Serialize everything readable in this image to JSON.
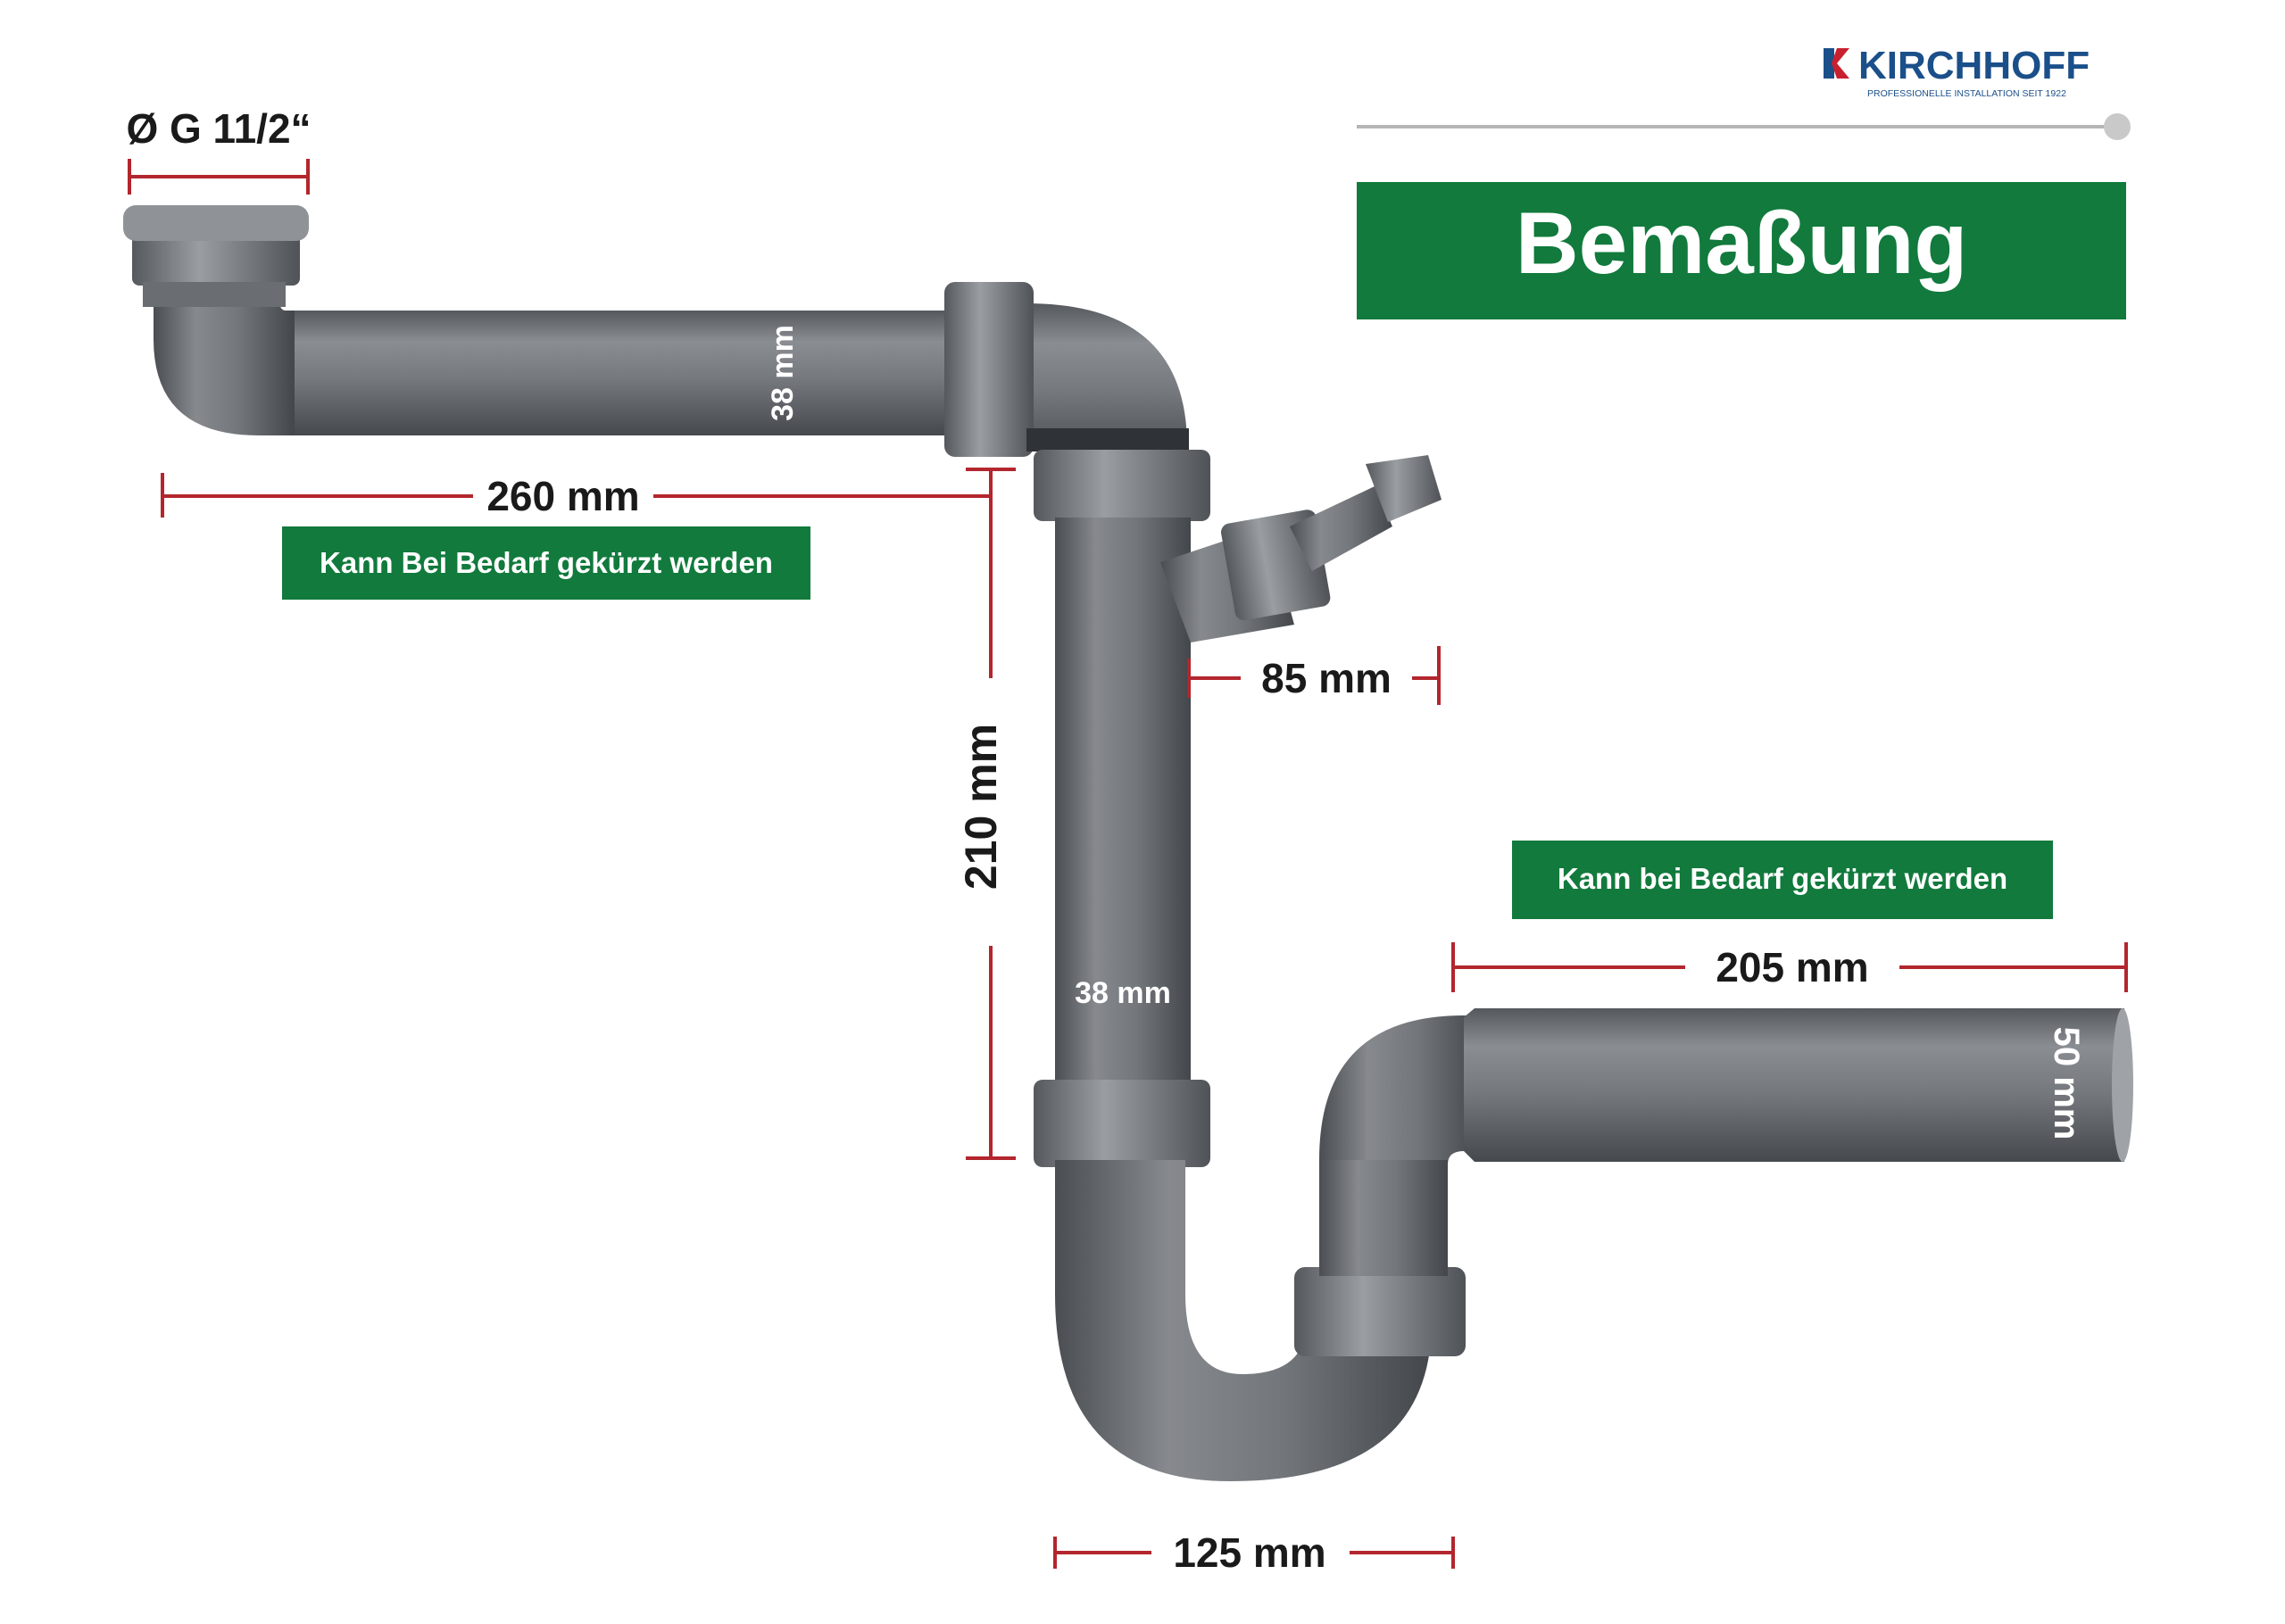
{
  "brand": {
    "name": "KIRCHHOFF",
    "tagline": "PROFESSIONELLE INSTALLATION SEIT 1922",
    "color": "#1b4f8a",
    "accent": "#c8202f"
  },
  "title": {
    "text": "Bemaßung",
    "background": "#117a3c"
  },
  "dimensions": {
    "thread": "Ø G 11/2“",
    "top_pipe_length": "260 mm",
    "top_pipe_diameter": "38 mm",
    "vertical_length": "210 mm",
    "vertical_diameter": "38 mm",
    "side_outlet": "85 mm",
    "trap_width": "125 mm",
    "outlet_length": "205 mm",
    "outlet_diameter": "50 mm"
  },
  "notes": {
    "top": "Kann Bei Bedarf gekürzt werden",
    "right": "Kann bei Bedarf gekürzt werden"
  },
  "colors": {
    "dimension_line": "#b3262d",
    "pipe": "#6e7276",
    "pipe_dark": "#4b4f53",
    "note_bg": "#117a3c"
  }
}
